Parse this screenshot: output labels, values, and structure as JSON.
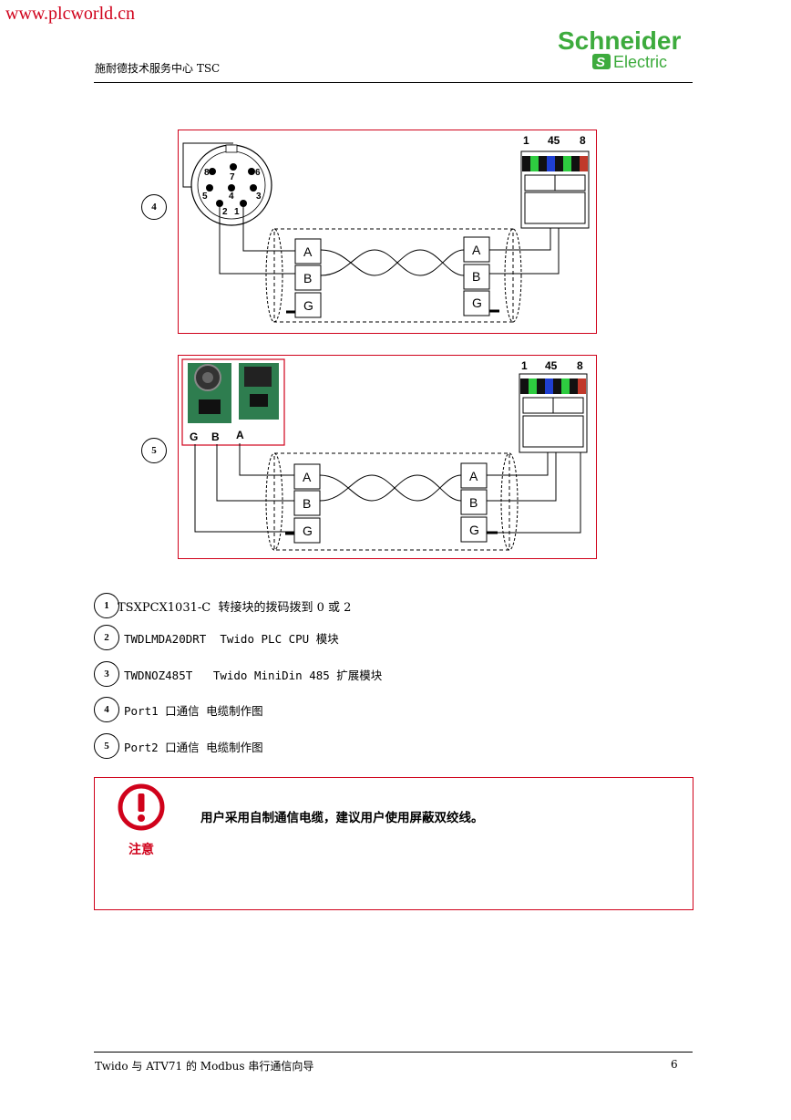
{
  "watermark": "www.plcworld.cn",
  "header": {
    "title": "施耐德技术服务中心 TSC",
    "logo_line1": "Schneider",
    "logo_line2": "Electric"
  },
  "diagrams": {
    "port1": {
      "callout": "4",
      "pin_labels": [
        "8",
        "7",
        "6",
        "5",
        "4",
        "3",
        "2",
        "1"
      ],
      "rj45_labels": [
        "1",
        "45",
        "8"
      ],
      "terminals_left": [
        "A",
        "B",
        "G"
      ],
      "terminals_right": [
        "A",
        "B",
        "G"
      ]
    },
    "port2": {
      "callout": "5",
      "module_labels": [
        "G",
        "B",
        "A"
      ],
      "rj45_labels": [
        "1",
        "45",
        "8"
      ],
      "terminals_left": [
        "A",
        "B",
        "G"
      ],
      "terminals_right": [
        "A",
        "B",
        "G"
      ]
    }
  },
  "legend": [
    {
      "num": "1",
      "text": "TSXPCX1031-C  转接块的拨码拨到 0 或 2"
    },
    {
      "num": "2",
      "text": "TWDLMDA20DRT  Twido PLC CPU 模块"
    },
    {
      "num": "3",
      "text": "TWDNOZ485T   Twido MiniDin 485 扩展模块"
    },
    {
      "num": "4",
      "text": "Port1 口通信 电缆制作图"
    },
    {
      "num": "5",
      "text": "Port2 口通信 电缆制作图"
    }
  ],
  "warning": {
    "label": "注意",
    "text": "用户采用自制通信电缆，建议用户使用屏蔽双绞线。"
  },
  "footer": {
    "title": "Twido 与 ATV71 的 Modbus 串行通信向导",
    "page": "6"
  },
  "colors": {
    "accent_red": "#d0021b",
    "brand_green": "#3dab3d"
  }
}
